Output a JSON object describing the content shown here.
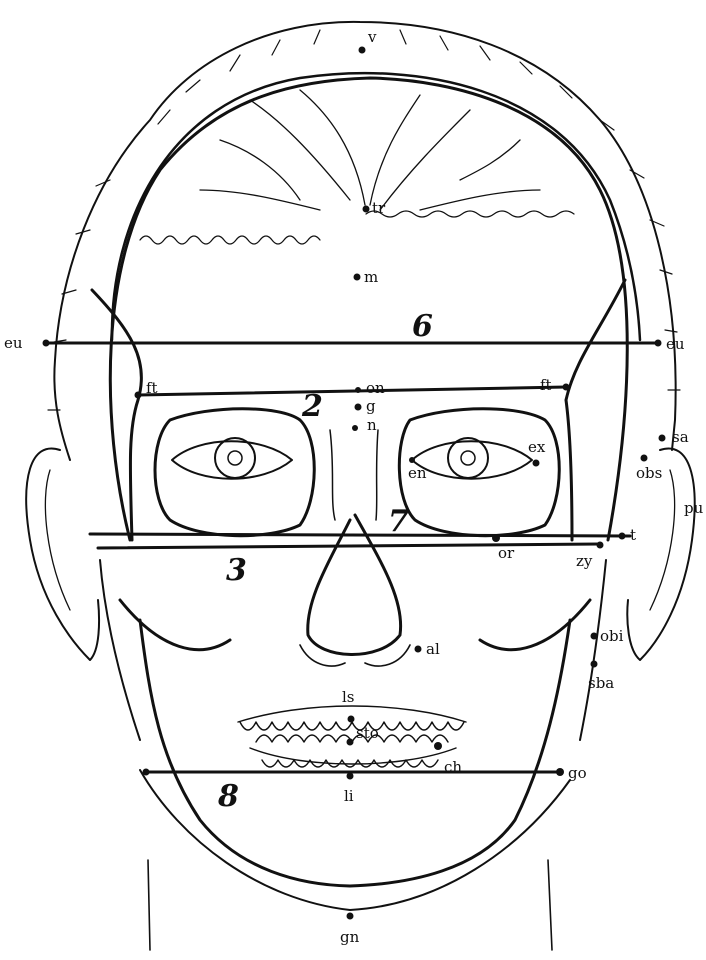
{
  "landmarks": {
    "v": "v",
    "tr": "tr",
    "m": "m",
    "eu_left": "eu",
    "eu_right": "eu",
    "on": "on",
    "g": "g",
    "n": "n",
    "ft_left": "ft",
    "ft_right": "ft",
    "en": "en",
    "ex": "ex",
    "sa": "sa",
    "obs": "obs",
    "pu": "pu",
    "t": "t",
    "or": "or",
    "zy": "zy",
    "al": "al",
    "obi": "obi",
    "sba": "sba",
    "ls": "ls",
    "sto": "sto",
    "ch": "ch",
    "li": "li",
    "go": "go",
    "gn": "gn"
  },
  "measurements": {
    "head_breadth": "6",
    "frontal_breadth": "2",
    "bizygomatic_breadth": "3",
    "orbital_line": "7",
    "bigonial_breadth": "8"
  }
}
